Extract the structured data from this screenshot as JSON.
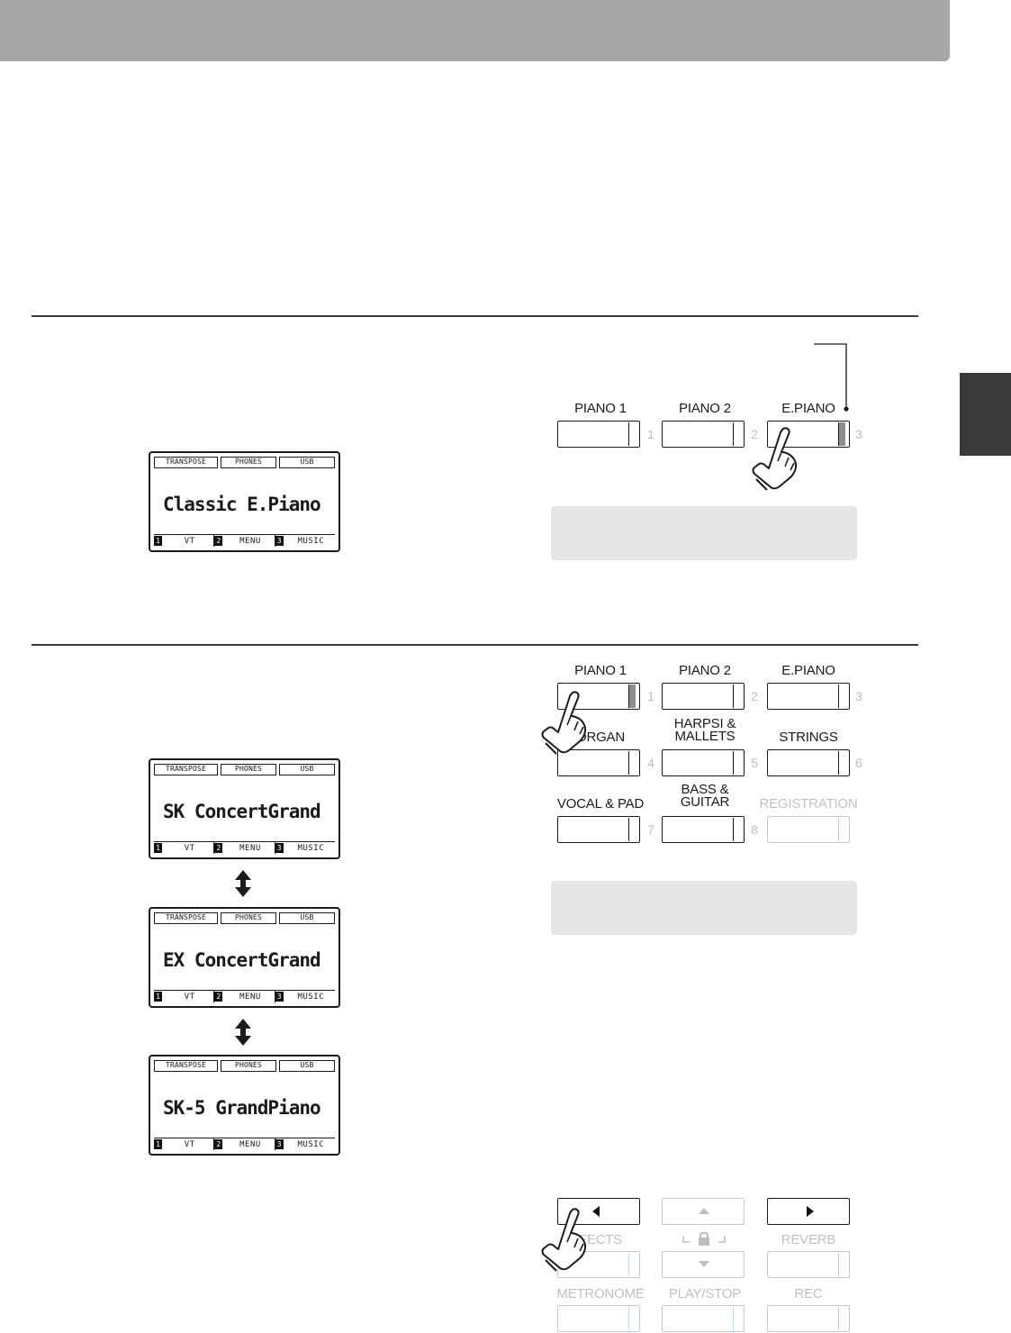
{
  "screens": {
    "s1": {
      "tabs": [
        "TRANSPOSE",
        "PHONES",
        "USB"
      ],
      "text": "Classic E.Piano",
      "footer": [
        {
          "num": "1",
          "label": "VT"
        },
        {
          "num": "2",
          "label": "MENU"
        },
        {
          "num": "3",
          "label": "MUSIC"
        }
      ]
    },
    "s2": {
      "tabs": [
        "TRANSPOSE",
        "PHONES",
        "USB"
      ],
      "text": "SK ConcertGrand",
      "footer": [
        {
          "num": "1",
          "label": "VT"
        },
        {
          "num": "2",
          "label": "MENU"
        },
        {
          "num": "3",
          "label": "MUSIC"
        }
      ]
    },
    "s3": {
      "tabs": [
        "TRANSPOSE",
        "PHONES",
        "USB"
      ],
      "text": "EX ConcertGrand",
      "footer": [
        {
          "num": "1",
          "label": "VT"
        },
        {
          "num": "2",
          "label": "MENU"
        },
        {
          "num": "3",
          "label": "MUSIC"
        }
      ]
    },
    "s4": {
      "tabs": [
        "TRANSPOSE",
        "PHONES",
        "USB"
      ],
      "text": "SK-5 GrandPiano",
      "footer": [
        {
          "num": "1",
          "label": "VT"
        },
        {
          "num": "2",
          "label": "MENU"
        },
        {
          "num": "3",
          "label": "MUSIC"
        }
      ]
    }
  },
  "panel1": {
    "piano1": {
      "label": "PIANO 1",
      "num": "1"
    },
    "piano2": {
      "label": "PIANO 2",
      "num": "2"
    },
    "epiano": {
      "label": "E.PIANO",
      "num": "3"
    }
  },
  "panel2": {
    "piano1": {
      "label": "PIANO 1",
      "num": "1"
    },
    "piano2": {
      "label": "PIANO 2",
      "num": "2"
    },
    "epiano": {
      "label": "E.PIANO",
      "num": "3"
    },
    "organ": {
      "label": "ORGAN",
      "num": "4"
    },
    "harpsi": {
      "label1": "HARPSI &",
      "label2": "MALLETS",
      "num": "5"
    },
    "strings": {
      "label": "STRINGS",
      "num": "6"
    },
    "vocal": {
      "label": "VOCAL & PAD",
      "num": "7"
    },
    "bass": {
      "label1": "BASS &",
      "label2": "GUITAR",
      "num": "8"
    },
    "registration": {
      "label": "REGISTRATION"
    }
  },
  "panel3": {
    "effects": {
      "label": "FECTS"
    },
    "reverb": {
      "label": "REVERB"
    },
    "metronome": {
      "label": "METRONOME"
    },
    "playstop": {
      "label": "PLAY/STOP"
    },
    "rec": {
      "label": "REC"
    }
  },
  "colors": {
    "header": "#a7a7a7",
    "side_tab": "#3a3838",
    "note_box": "#e6e6e6",
    "led_on": "#8e8e8e"
  }
}
